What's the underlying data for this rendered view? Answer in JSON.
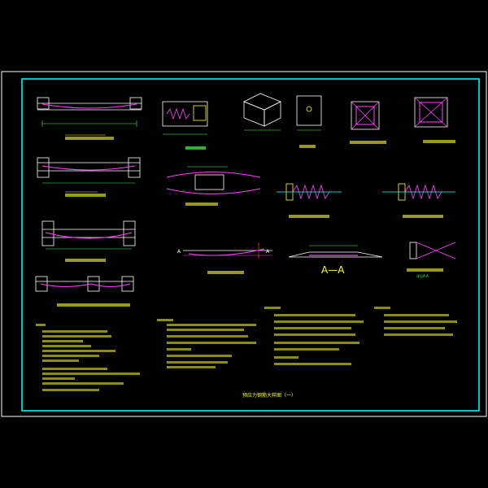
{
  "title": "预应力钢筋大样图（一）",
  "section_label": "A—A",
  "labels": {
    "cut_a_left": "A",
    "cut_a_right": "A",
    "detail_caption": "详见A-A"
  },
  "colors": {
    "background": "#000000",
    "frame_outer": "#ffffff",
    "frame_inner": "#00ffff",
    "text_yellow": "#ffff33",
    "tendon_magenta": "#ff44ff",
    "line_cyan": "#33ffff",
    "line_green": "#44ff44"
  }
}
